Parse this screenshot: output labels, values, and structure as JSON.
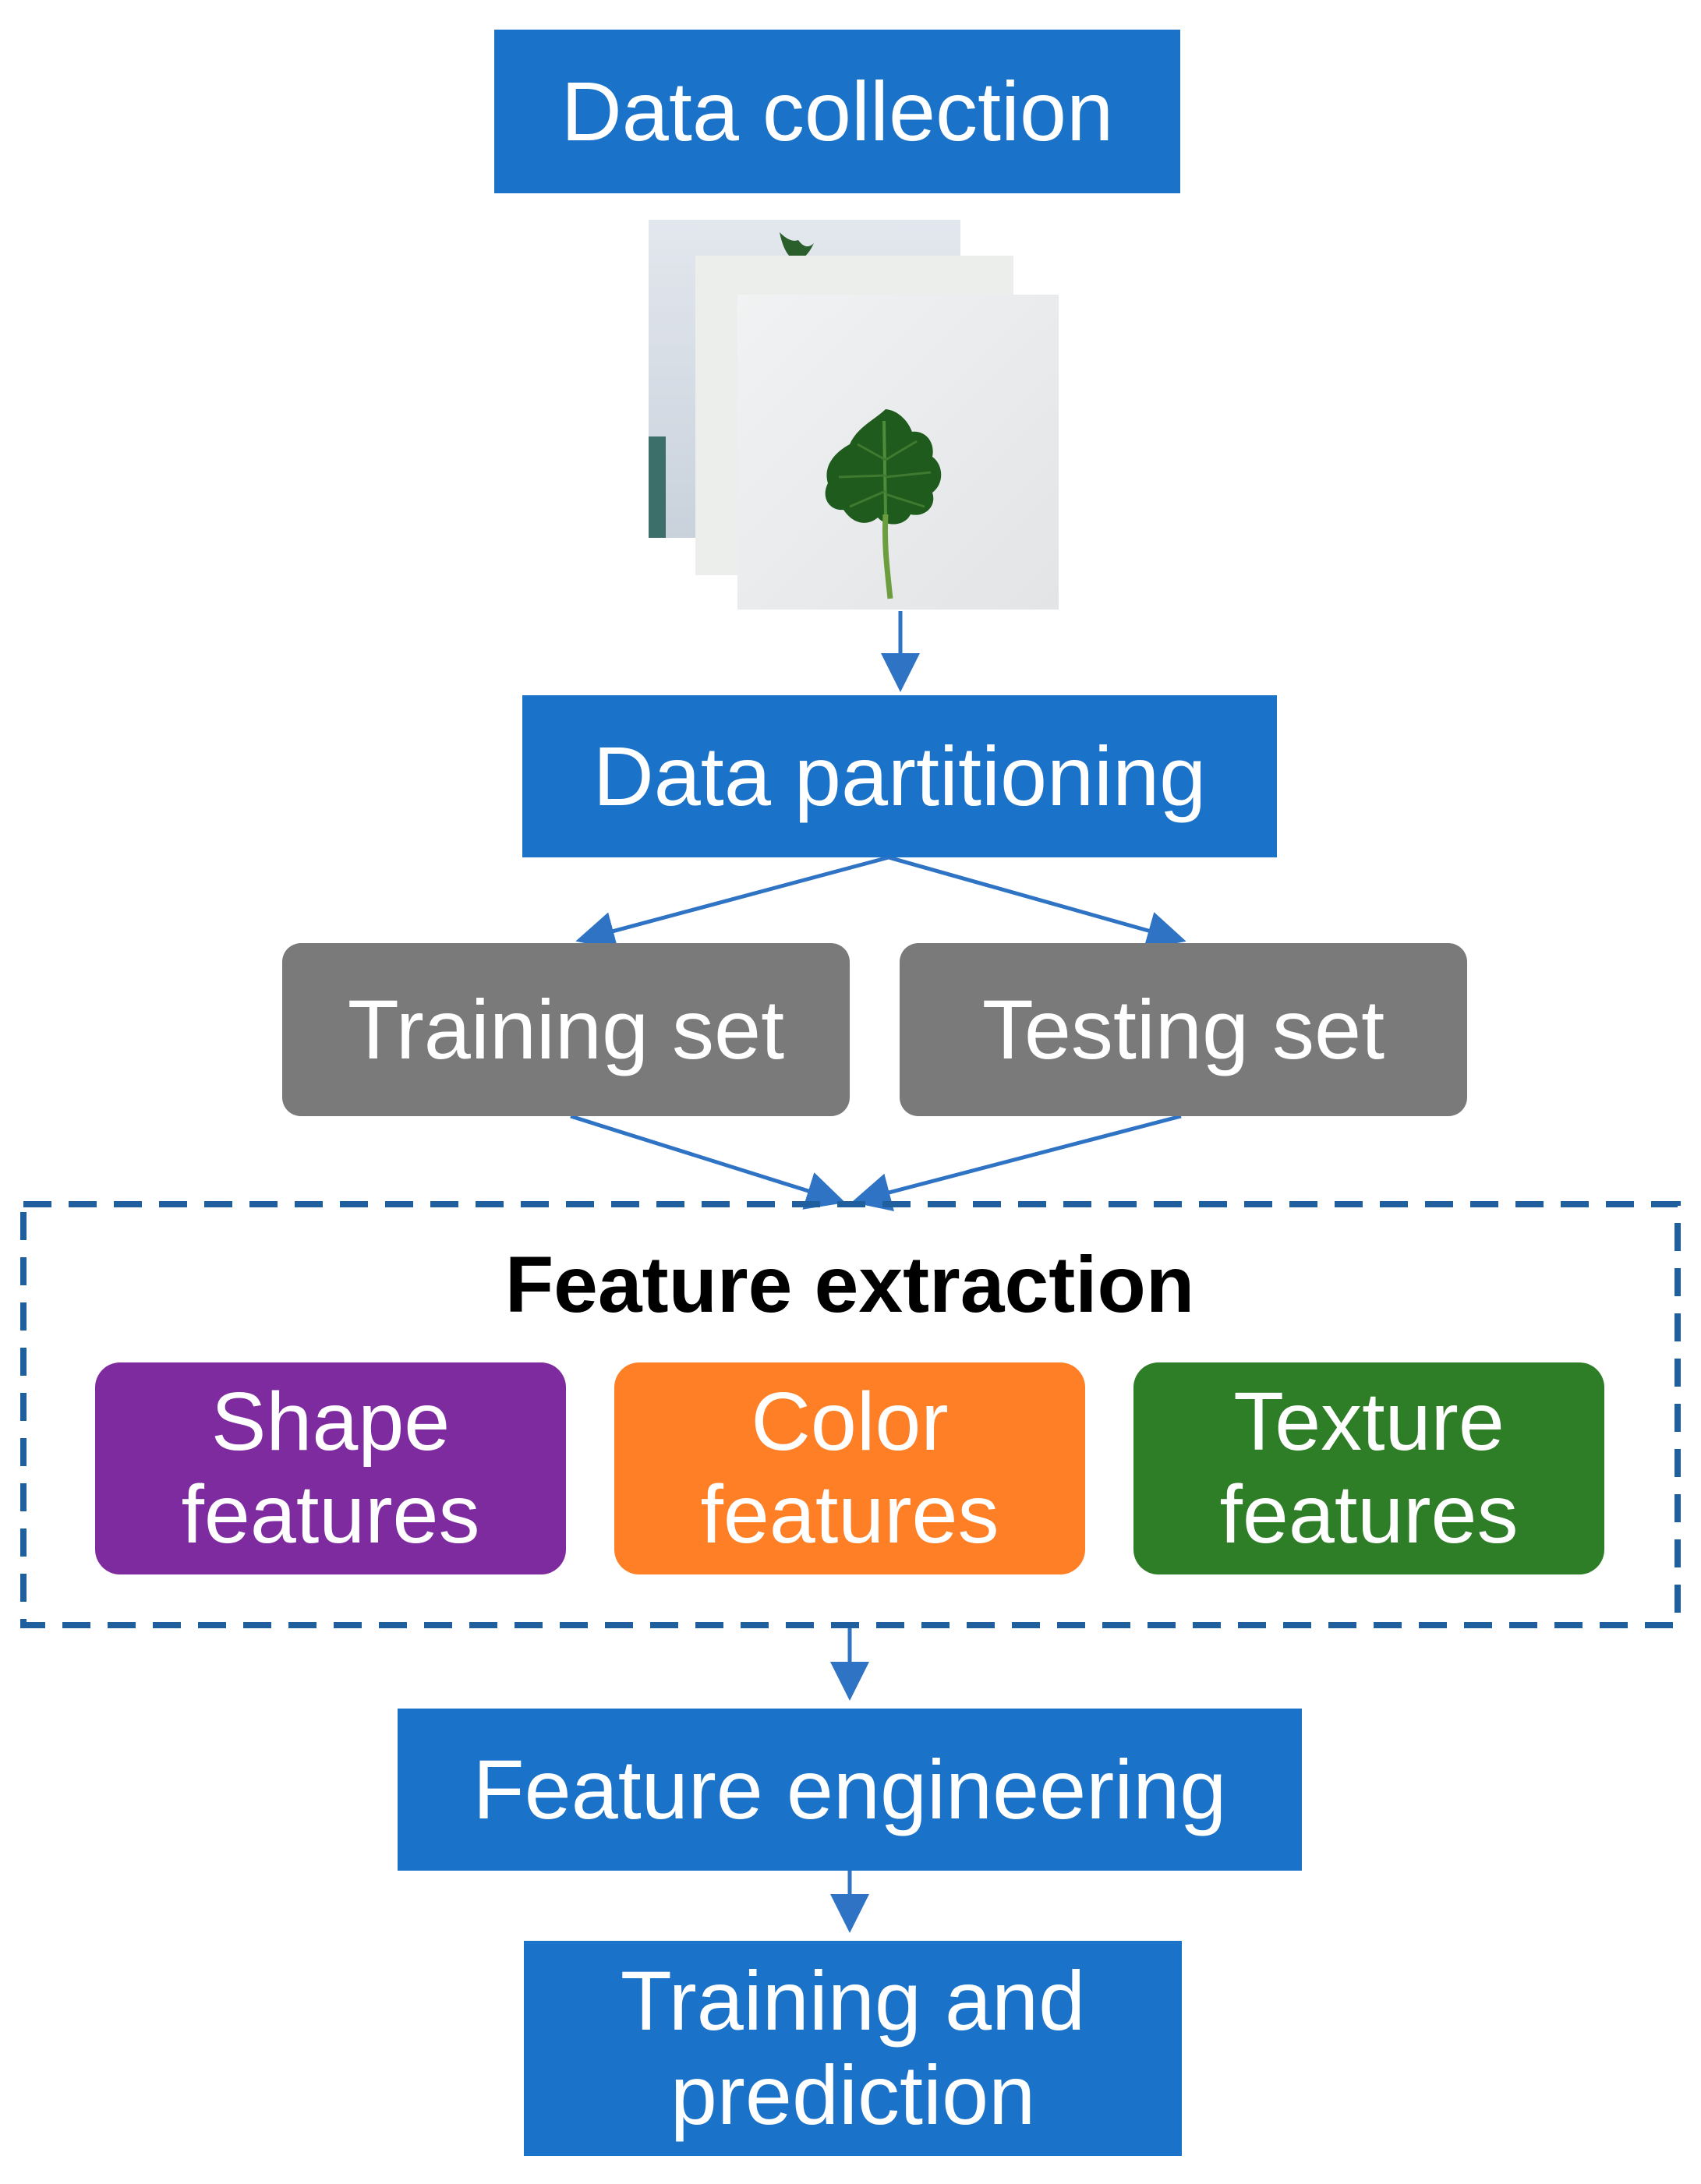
{
  "nodes": {
    "data_collection": "Data collection",
    "data_partitioning": "Data partitioning",
    "training_set": "Training set",
    "testing_set": "Testing set",
    "feature_extraction": "Feature extraction",
    "shape_features": "Shape features",
    "color_features": "Color features",
    "texture_features": "Texture features",
    "feature_engineering": "Feature engineering",
    "training_prediction": "Training and prediction"
  },
  "colors": {
    "blue": "#1a72c9",
    "gray": "#7a7a7a",
    "purple": "#7e2ba0",
    "orange": "#fe7f26",
    "green": "#2e7d27",
    "dashed_border": "#1f5f9e",
    "arrow": "#2f73c4"
  }
}
